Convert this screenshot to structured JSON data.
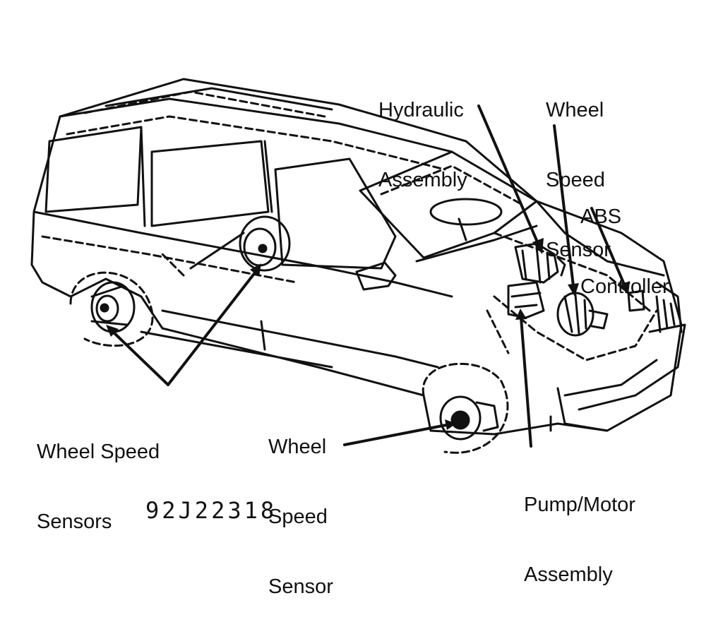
{
  "labels": {
    "hydraulic_assembly": [
      "Hydraulic",
      "Assembly"
    ],
    "wheel_speed_sensor_top": [
      "Wheel",
      "Speed",
      "Sensor"
    ],
    "abs_controller": [
      "ABS",
      "Controller"
    ],
    "wheel_speed_sensors_left": [
      "Wheel Speed",
      "Sensors"
    ],
    "wheel_speed_sensor_bottom": [
      "Wheel",
      "Speed",
      "Sensor"
    ],
    "pump_motor_assembly": [
      "Pump/Motor",
      "Assembly"
    ]
  },
  "figure_number": "92J22318",
  "colors": {
    "line": "#111111",
    "background": "#ffffff"
  }
}
